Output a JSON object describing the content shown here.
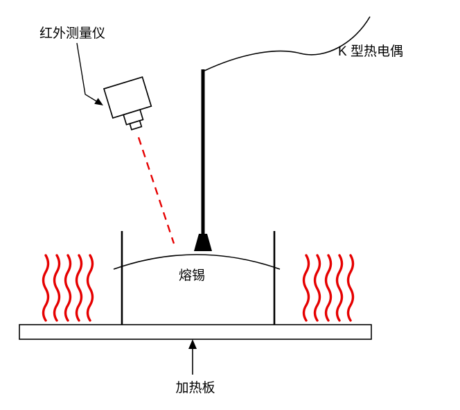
{
  "diagram": {
    "title": "solder-temperature-measurement-schematic",
    "labels": {
      "infrared_meter": "红外测量仪",
      "thermocouple": "K 型热电偶",
      "molten_tin": "熔锡",
      "heating_plate": "加热板"
    },
    "colors": {
      "outline": "#000000",
      "heat_wave": "#e60000",
      "laser_dashed": "#e60000",
      "background": "#ffffff"
    }
  }
}
